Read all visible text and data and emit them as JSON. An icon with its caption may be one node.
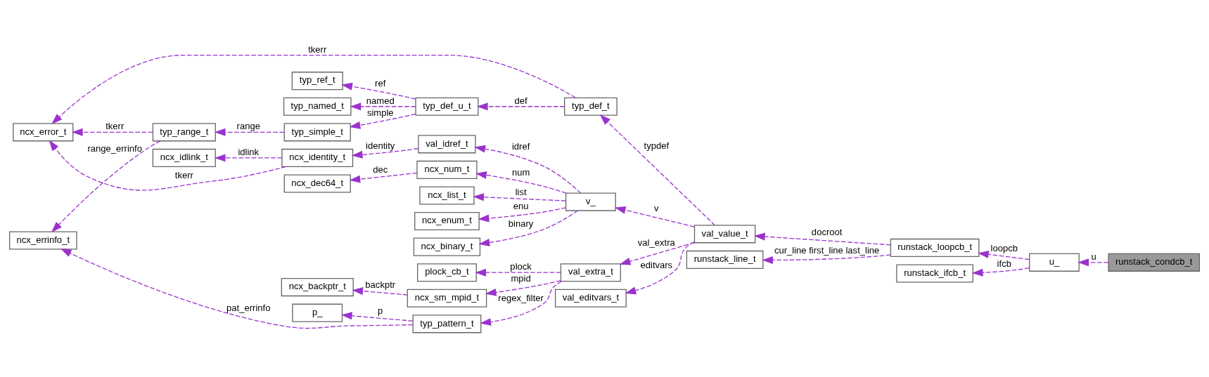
{
  "diagram": {
    "nodes": [
      {
        "text": [
          "ncx_error_t"
        ]
      },
      {
        "text": [
          "typ_range_t"
        ]
      },
      {
        "text": [
          "typ_simple_t"
        ]
      },
      {
        "text": [
          "typ_ref_t"
        ]
      },
      {
        "text": [
          "typ_def_u_t"
        ]
      },
      {
        "text": [
          "typ_def_t"
        ]
      },
      {
        "text": [
          "typ_named_t"
        ]
      },
      {
        "text": [
          "ncx_dec64_t"
        ]
      },
      {
        "text": [
          "ncx_num_t"
        ]
      },
      {
        "text": [
          "ncx_idlink_t"
        ]
      },
      {
        "text": [
          "ncx_identity_t"
        ]
      },
      {
        "text": [
          "val_idref_t"
        ]
      },
      {
        "text": [
          "ncx_errinfo_t"
        ]
      },
      {
        "text": [
          "ncx_list_t"
        ]
      },
      {
        "text": [
          "ncx_enum_t"
        ]
      },
      {
        "text": [
          "v_"
        ]
      },
      {
        "text": [
          "p_"
        ]
      },
      {
        "text": [
          "typ_pattern_t"
        ]
      },
      {
        "text": [
          "ncx_binary_t"
        ]
      },
      {
        "text": [
          "plock_cb_t"
        ]
      },
      {
        "text": [
          "val_value_t"
        ]
      },
      {
        "text": [
          "ncx_backptr_t"
        ]
      },
      {
        "text": [
          "ncx_sm_mpid_t"
        ]
      },
      {
        "text": [
          "val_extra_t"
        ]
      },
      {
        "text": [
          "runstack_loopcb_t"
        ]
      },
      {
        "text": [
          "runstack_line_t"
        ]
      },
      {
        "text": [
          "u_"
        ]
      },
      {
        "text": [
          "runstack_ifcb_t"
        ]
      },
      {
        "text": [
          "val_editvars_t"
        ]
      },
      {
        "text": [
          "runstack_condcb_t"
        ]
      }
    ],
    "edges": [
      {
        "from": 5,
        "to": 0,
        "arrow": "to",
        "label": "tkerr",
        "style": "dashed"
      },
      {
        "from": 1,
        "to": 0,
        "arrow": "to",
        "label": "tkerr",
        "style": "dashed"
      },
      {
        "from": 2,
        "to": 1,
        "arrow": "to",
        "label": "range",
        "style": "dashed"
      },
      {
        "from": 4,
        "to": 2,
        "arrow": "to",
        "label": "simple",
        "style": "dashed"
      },
      {
        "from": 4,
        "to": 3,
        "arrow": "to",
        "label": "ref",
        "style": "dashed"
      },
      {
        "from": 4,
        "to": 6,
        "arrow": "to",
        "label": "named",
        "style": "dashed"
      },
      {
        "from": 5,
        "to": 4,
        "arrow": "to",
        "label": "def",
        "style": "dashed"
      },
      {
        "from": 10,
        "to": 0,
        "arrow": "to",
        "label": "tkerr",
        "style": "dashed"
      },
      {
        "from": 1,
        "to": 12,
        "arrow": "to",
        "label": "range_errinfo",
        "style": "dashed"
      },
      {
        "from": 8,
        "to": 7,
        "arrow": "to",
        "label": "dec",
        "style": "dashed"
      },
      {
        "from": 10,
        "to": 9,
        "arrow": "to",
        "label": "idlink",
        "style": "dashed"
      },
      {
        "from": 11,
        "to": 10,
        "arrow": "to",
        "label": "identity",
        "style": "dashed"
      },
      {
        "from": 15,
        "to": 8,
        "arrow": "to",
        "label": "num",
        "style": "dashed"
      },
      {
        "from": 15,
        "to": 11,
        "arrow": "to",
        "label": "idref",
        "style": "dashed"
      },
      {
        "from": 15,
        "to": 13,
        "arrow": "to",
        "label": "list",
        "style": "dashed"
      },
      {
        "from": 15,
        "to": 14,
        "arrow": "to",
        "label": "enu",
        "style": "dashed"
      },
      {
        "from": 15,
        "to": 18,
        "arrow": "to",
        "label": "binary",
        "style": "dashed"
      },
      {
        "from": 17,
        "to": 12,
        "arrow": "to",
        "label": "pat_errinfo",
        "style": "dashed"
      },
      {
        "from": 17,
        "to": 16,
        "arrow": "to",
        "label": "p",
        "style": "dashed"
      },
      {
        "from": 23,
        "to": 17,
        "arrow": "to",
        "label": "regex_filter",
        "style": "dashed"
      },
      {
        "from": 23,
        "to": 19,
        "arrow": "to",
        "label": "plock",
        "style": "dashed"
      },
      {
        "from": 22,
        "to": 21,
        "arrow": "to",
        "label": "backptr",
        "style": "dashed"
      },
      {
        "from": 23,
        "to": 22,
        "arrow": "to",
        "label": "mpid",
        "style": "dashed"
      },
      {
        "from": 20,
        "to": 5,
        "arrow": "to",
        "label": "typdef",
        "style": "dashed"
      },
      {
        "from": 20,
        "to": 15,
        "arrow": "to",
        "label": "v",
        "style": "dashed"
      },
      {
        "from": 20,
        "to": 23,
        "arrow": "to",
        "label": "val_extra",
        "style": "dashed"
      },
      {
        "from": 20,
        "to": 28,
        "arrow": "to",
        "label": "editvars",
        "style": "dashed"
      },
      {
        "from": 24,
        "to": 20,
        "arrow": "to",
        "label": "docroot",
        "style": "dashed"
      },
      {
        "from": 24,
        "to": 25,
        "arrow": "to",
        "label": "cur_line first_line last_line",
        "style": "dashed"
      },
      {
        "from": 26,
        "to": 24,
        "arrow": "to",
        "label": "loopcb",
        "style": "dashed"
      },
      {
        "from": 26,
        "to": 27,
        "arrow": "to",
        "label": "ifcb",
        "style": "dashed"
      },
      {
        "from": 29,
        "to": 26,
        "arrow": "to",
        "label": "u",
        "style": "dashed"
      }
    ]
  }
}
